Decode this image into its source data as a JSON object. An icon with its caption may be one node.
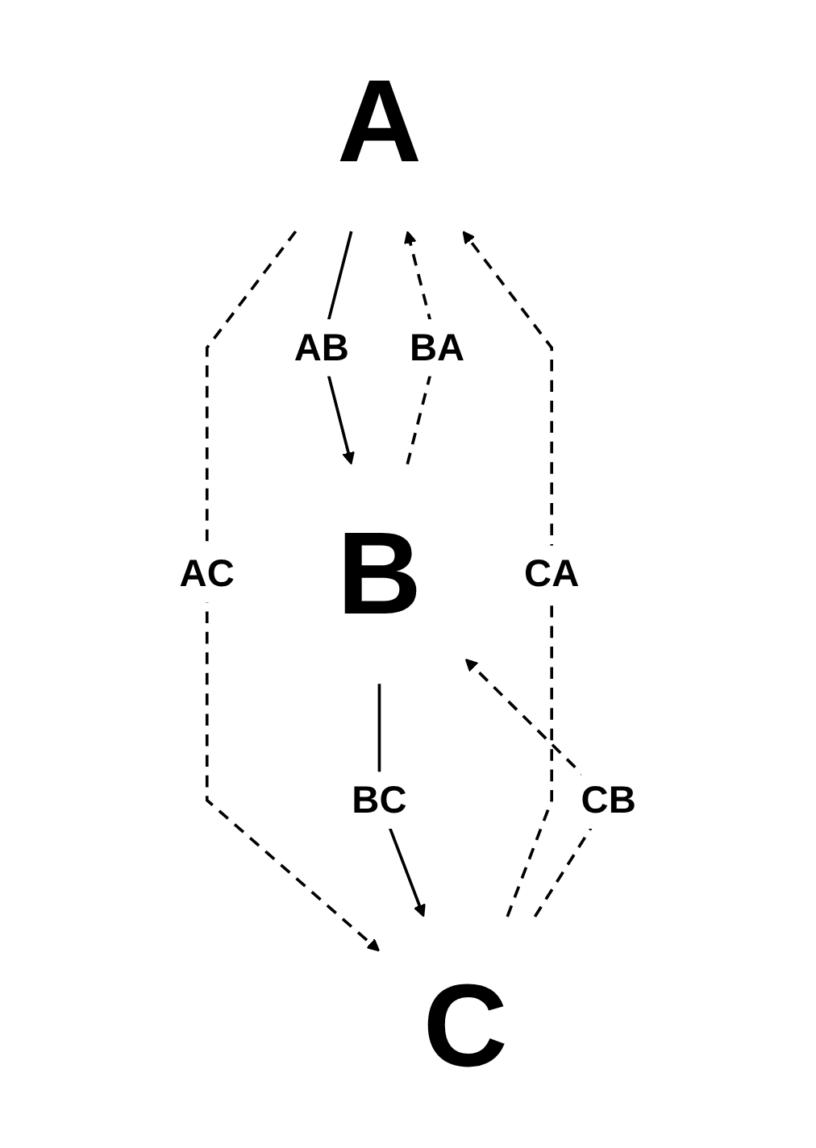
{
  "diagram": {
    "nodes": [
      {
        "text": [
          "A"
        ]
      },
      {
        "text": [
          "B"
        ]
      },
      {
        "text": [
          "C"
        ]
      }
    ],
    "edges": [
      {
        "from": 1,
        "to": 0,
        "arrow": "to",
        "label": "BA",
        "style": "dashed"
      },
      {
        "from": 0,
        "to": 1,
        "arrow": "to",
        "label": "AB"
      },
      {
        "from": 0,
        "to": 2,
        "arrow": "to",
        "label": "AC",
        "style": "dashed"
      },
      {
        "from": 2,
        "to": 0,
        "arrow": "to",
        "label": "CA",
        "style": "dashed"
      },
      {
        "from": 1,
        "to": 2,
        "arrow": "to",
        "label": "BC"
      },
      {
        "from": 2,
        "to": 1,
        "arrow": "to",
        "label": "CB",
        "style": "dashed"
      }
    ]
  }
}
